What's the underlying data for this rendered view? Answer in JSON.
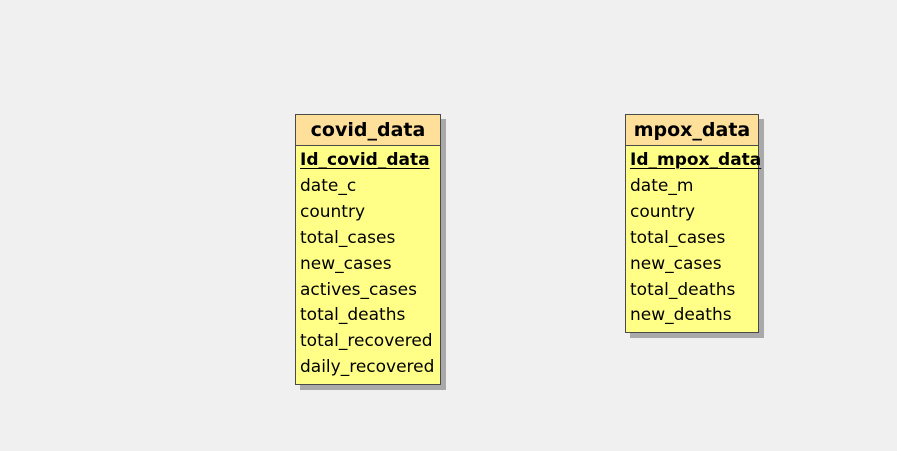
{
  "entities": [
    {
      "name": "covid_data",
      "primary_key": "Id_covid_data",
      "attributes": [
        "date_c",
        "country",
        "total_cases",
        "new_cases",
        "actives_cases",
        "total_deaths",
        "total_recovered",
        "daily_recovered"
      ]
    },
    {
      "name": "mpox_data",
      "primary_key": "Id_mpox_data",
      "attributes": [
        "date_m",
        "country",
        "total_cases",
        "new_cases",
        "total_deaths",
        "new_deaths"
      ]
    }
  ],
  "colors": {
    "canvas": "#f0f0f0",
    "entity_header": "#ffe09a",
    "entity_body": "#ffff88",
    "border": "#4a4a4a",
    "shadow": "#a9a9a9"
  }
}
